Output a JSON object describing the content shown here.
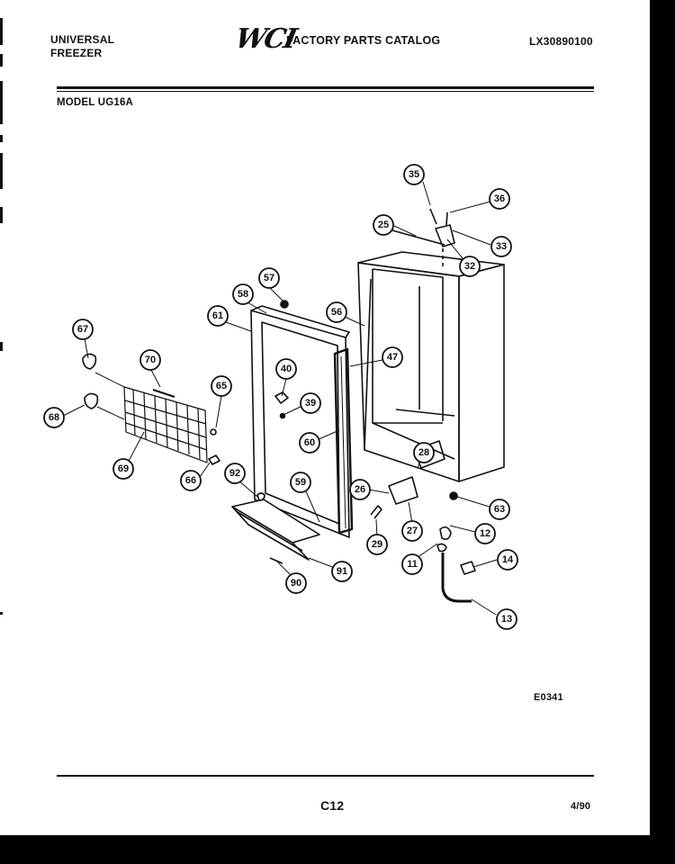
{
  "header": {
    "brand_line1": "UNIVERSAL",
    "brand_line2": "FREEZER",
    "logo_text": "WCI",
    "catalog_title": "FACTORY PARTS CATALOG",
    "catalog_number": "LX30890100"
  },
  "model_label": "MODEL UG16A",
  "diagram_code": "E0341",
  "footer": {
    "page_number": "C12",
    "date": "4/90"
  },
  "callouts": [
    "35",
    "36",
    "25",
    "33",
    "32",
    "57",
    "58",
    "61",
    "56",
    "67",
    "70",
    "40",
    "47",
    "65",
    "39",
    "68",
    "60",
    "28",
    "69",
    "66",
    "92",
    "59",
    "26",
    "63",
    "27",
    "12",
    "29",
    "11",
    "14",
    "91",
    "90",
    "13"
  ],
  "colors": {
    "ink": "#111111",
    "paper": "#ffffff",
    "border": "#000000"
  }
}
